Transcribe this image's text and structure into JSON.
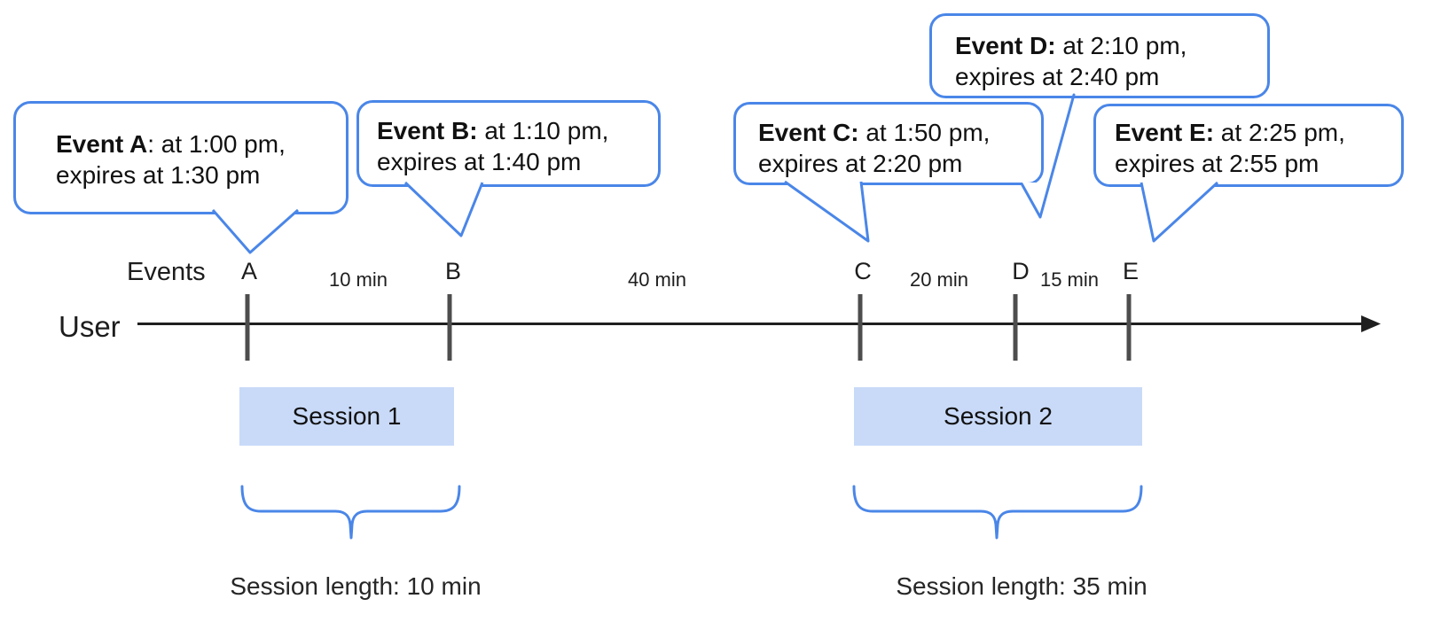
{
  "diagram": {
    "axis": {
      "events_label": "Events",
      "user_label": "User"
    },
    "bubbles": [
      {
        "event": "A",
        "bold": "Event A",
        "rest": ": at 1:00 pm,",
        "line2": "expires at 1:30 pm"
      },
      {
        "event": "B",
        "bold": "Event B:",
        "rest": " at 1:10 pm,",
        "line2": "expires at 1:40 pm"
      },
      {
        "event": "C",
        "bold": "Event C:",
        "rest": " at 1:50 pm,",
        "line2": "expires at 2:20 pm"
      },
      {
        "event": "D",
        "bold": "Event D:",
        "rest": " at 2:10 pm,",
        "line2": "expires at 2:40 pm"
      },
      {
        "event": "E",
        "bold": "Event E:",
        "rest": " at 2:25 pm,",
        "line2": "expires at 2:55 pm"
      }
    ],
    "timeline": {
      "event_marks": [
        {
          "label": "A"
        },
        {
          "label": "B"
        },
        {
          "label": "C"
        },
        {
          "label": "D"
        },
        {
          "label": "E"
        }
      ],
      "intervals": [
        {
          "label": "10 min"
        },
        {
          "label": "40 min"
        },
        {
          "label": "20 min"
        },
        {
          "label": "15 min"
        }
      ]
    },
    "sessions": [
      {
        "label": "Session 1",
        "length_label": "Session length: 10 min"
      },
      {
        "label": "Session 2",
        "length_label": "Session length: 35 min"
      }
    ],
    "colors": {
      "accent_blue": "#4a86e8",
      "session_fill": "#c9daf8",
      "tick_gray": "#4d4d4d",
      "line_black": "#1f1f1f"
    }
  }
}
